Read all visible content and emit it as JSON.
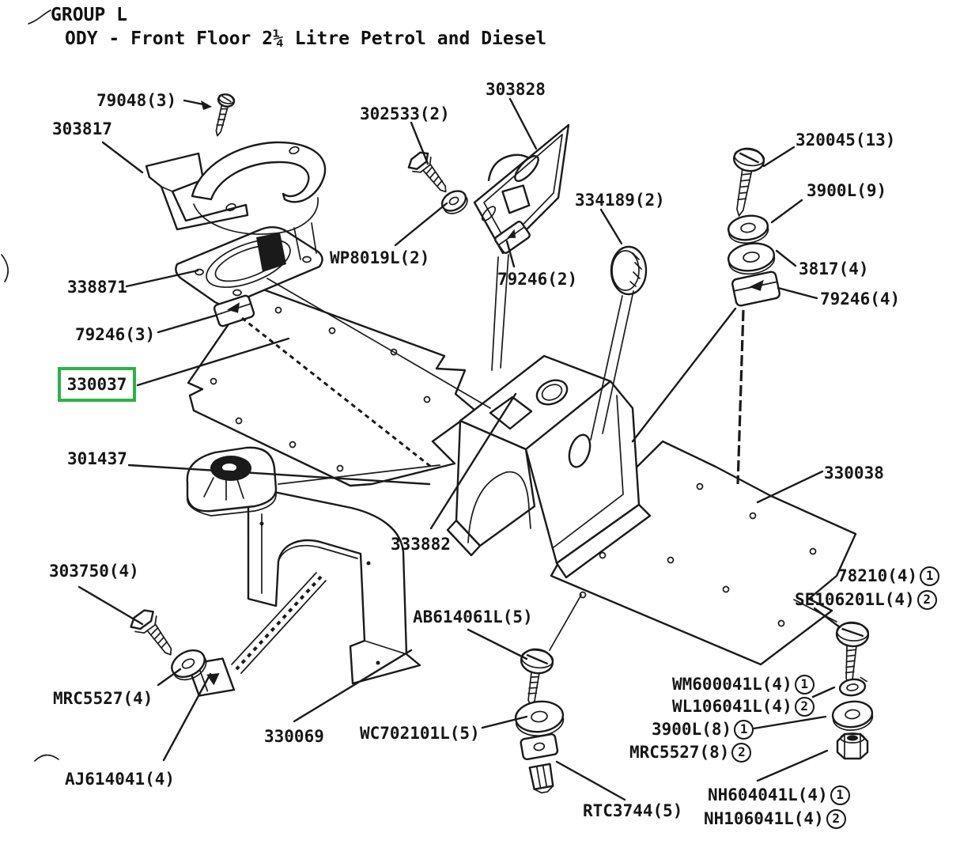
{
  "title": {
    "line1": "GROUP L",
    "line2": "ODY - Front Floor 2¼ Litre Petrol and Diesel"
  },
  "highlight": {
    "part": "330037",
    "color": "#2cb249"
  },
  "labels": [
    {
      "text": "79048(3)"
    },
    {
      "text": "303817"
    },
    {
      "text": "302533(2)"
    },
    {
      "text": "303828"
    },
    {
      "text": "334189(2)"
    },
    {
      "text": "320045(13)"
    },
    {
      "text": "3900L(9)"
    },
    {
      "text": "WP8019L(2)"
    },
    {
      "text": "79246(2)"
    },
    {
      "text": "3817(4)"
    },
    {
      "text": "79246(4)"
    },
    {
      "text": "338871"
    },
    {
      "text": "79246(3)"
    },
    {
      "text": "330037",
      "highlighted": true
    },
    {
      "text": "301437"
    },
    {
      "text": "333882"
    },
    {
      "text": "330038"
    },
    {
      "text": "303750(4)"
    },
    {
      "text": "78210(4)",
      "badge": "1"
    },
    {
      "text": "SE106201L(4)",
      "badge": "2"
    },
    {
      "text": "AB614061L(5)"
    },
    {
      "text": "MRC5527(4)"
    },
    {
      "text": "WM600041L(4)",
      "badge": "1"
    },
    {
      "text": "WL106041L(4)",
      "badge": "2"
    },
    {
      "text": "3900L(8)",
      "badge": "1"
    },
    {
      "text": "MRC5527(8)",
      "badge": "2"
    },
    {
      "text": "330069"
    },
    {
      "text": "WC702101L(5)"
    },
    {
      "text": "AJ614041(4)"
    },
    {
      "text": "RTC3744(5)"
    },
    {
      "text": "NH604041L(4)",
      "badge": "1"
    },
    {
      "text": "NH106041L(4)",
      "badge": "2"
    }
  ]
}
